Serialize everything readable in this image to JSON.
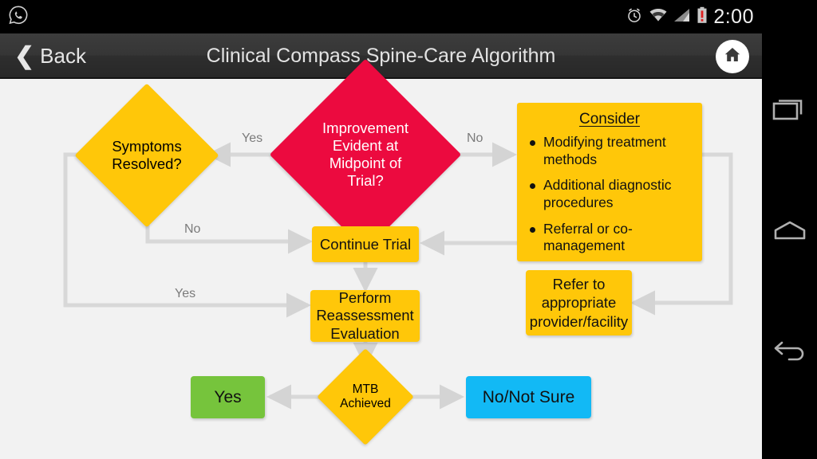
{
  "statusbar": {
    "clock": "2:00",
    "icons": [
      "whatsapp-icon",
      "alarm-icon",
      "wifi-icon",
      "cellular-signal-icon",
      "battery-low-icon"
    ]
  },
  "titlebar": {
    "back_label": "Back",
    "title": "Clinical Compass Spine-Care Algorithm",
    "home_icon": "home-icon"
  },
  "flowchart": {
    "nodes": {
      "symptoms": "Symptoms\nResolved?",
      "symptoms_l1": "Symptoms",
      "symptoms_l2": "Resolved?",
      "improvement_l1": "Improvement",
      "improvement_l2": "Evident at",
      "improvement_l3": "Midpoint of",
      "improvement_l4": "Trial?",
      "continue_trial": "Continue Trial",
      "perform_l1": "Perform",
      "perform_l2": "Reassessment",
      "perform_l3": "Evaluation",
      "refer_l1": "Refer to",
      "refer_l2": "appropriate",
      "refer_l3": "provider/facility",
      "mtb_l1": "MTB",
      "mtb_l2": "Achieved",
      "yes_outcome": "Yes",
      "no_outcome": "No/Not Sure"
    },
    "consider": {
      "heading": "Consider",
      "items": [
        "Modifying treatment methods",
        "Additional diagnostic procedures",
        "Referral or co-management"
      ]
    },
    "edge_labels": {
      "improvement_yes": "Yes",
      "improvement_no": "No",
      "symptoms_no": "No",
      "symptoms_yes": "Yes"
    },
    "colors": {
      "yellow": "#ffc709",
      "red": "#ec0a3f",
      "green": "#76c43c",
      "blue": "#12b9f5",
      "edge": "#d4d4d4",
      "background": "#f2f2f2"
    }
  },
  "navbar": {
    "buttons": [
      "recent-apps-icon",
      "home-icon",
      "back-icon"
    ]
  }
}
